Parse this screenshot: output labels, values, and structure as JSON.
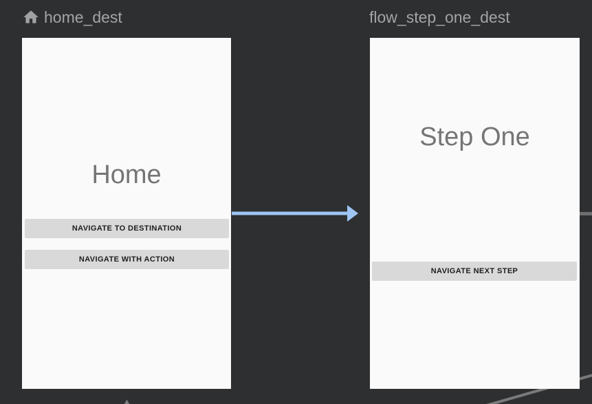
{
  "colors": {
    "background": "#2d2f31",
    "card_background": "#fafafa",
    "action_arrow_blue": "#9dc4f3",
    "edge_gray": "#7a7a7a",
    "offscreen_edge_gray": "#6e6e6e",
    "button_background": "#d9d9d9",
    "screen_title_text": "#757575",
    "header_text": "#a2a4a6"
  },
  "destinations": [
    {
      "label": "home_dest",
      "icon": "home-icon",
      "screen": {
        "title": "Home",
        "buttons": [
          "NAVIGATE TO DESTINATION",
          "NAVIGATE WITH ACTION"
        ]
      }
    },
    {
      "label": "flow_step_one_dest",
      "screen": {
        "title": "Step One",
        "buttons": [
          "NAVIGATE NEXT STEP"
        ]
      }
    }
  ],
  "edges": [
    {
      "name": "action-home-to-flow-step-one",
      "style": "blue-arrow-right"
    },
    {
      "name": "action-flow-step-one-offscreen-right",
      "style": "gray-segment"
    },
    {
      "name": "action-offscreen-diagonal",
      "style": "gray-diagonal"
    },
    {
      "name": "action-incoming-bottom-arrowhead",
      "style": "gray-arrowhead-up"
    }
  ]
}
